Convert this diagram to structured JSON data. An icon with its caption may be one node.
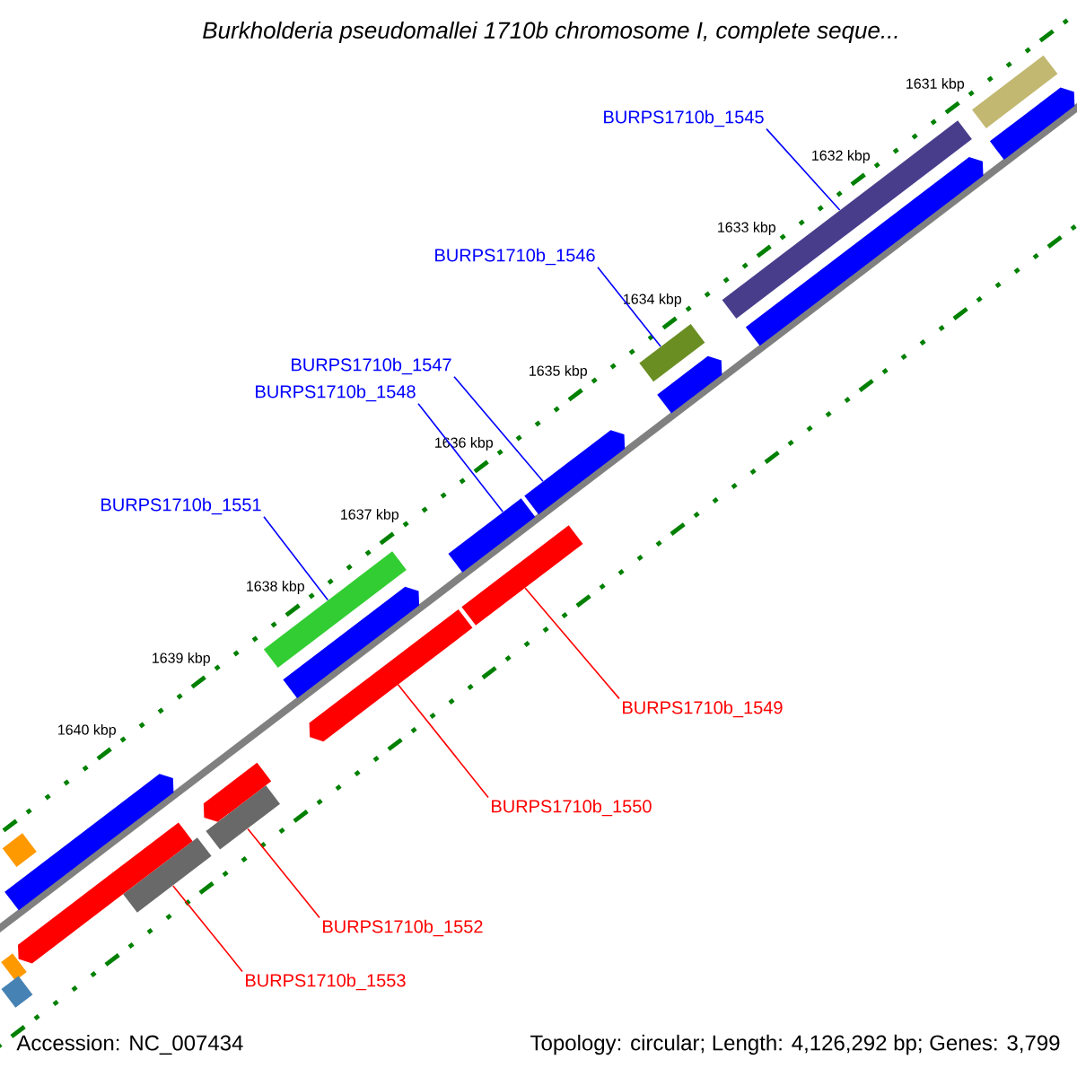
{
  "diagram": {
    "title": "Burkholderia pseudomallei 1710b chromosome I, complete seque...",
    "nodes": [
      {
        "text": [
          "BURPS1710b_1545"
        ]
      },
      {
        "text": [
          "BURPS1710b_1546"
        ]
      },
      {
        "text": [
          "BURPS1710b_1547"
        ]
      },
      {
        "text": [
          "BURPS1710b_1548"
        ]
      },
      {
        "text": [
          "BURPS1710b_1551"
        ]
      },
      {
        "text": [
          "BURPS1710b_1549"
        ]
      },
      {
        "text": [
          "BURPS1710b_1550"
        ]
      },
      {
        "text": [
          "BURPS1710b_1552"
        ]
      },
      {
        "text": [
          "BURPS1710b_1553"
        ]
      },
      {
        "text": [],
        "shape": "bar"
      },
      {
        "text": [],
        "shape": "bar"
      },
      {
        "text": [],
        "shape": "bar"
      },
      {
        "text": [],
        "shape": "bar"
      },
      {
        "text": [],
        "shape": "bar"
      },
      {
        "text": [],
        "shape": "bar"
      },
      {
        "text": [],
        "shape": "bar"
      },
      {
        "text": [],
        "shape": "bar"
      },
      {
        "text": [],
        "shape": "bar"
      },
      {
        "text": [],
        "shape": "bar"
      },
      {
        "text": [],
        "shape": "bar"
      },
      {
        "text": [],
        "shape": "bar"
      },
      {
        "text": [],
        "shape": "bar"
      },
      {
        "text": [],
        "shape": "bar"
      },
      {
        "text": [],
        "shape": "bar"
      },
      {
        "text": [],
        "shape": "bar"
      },
      {
        "text": [],
        "shape": "bar"
      },
      {
        "text": [],
        "shape": "bar"
      },
      {
        "text": [],
        "shape": "bar"
      },
      {
        "text": [],
        "shape": "bar"
      }
    ],
    "edges": [
      {
        "from": 0,
        "to": 9,
        "arrow": "none"
      },
      {
        "from": 1,
        "to": 10,
        "arrow": "none"
      },
      {
        "from": 2,
        "to": 11,
        "arrow": "none"
      },
      {
        "from": 3,
        "to": 12,
        "arrow": "none"
      },
      {
        "from": 4,
        "to": 13,
        "arrow": "none"
      },
      {
        "from": 5,
        "to": 14,
        "arrow": "none",
        "color": "#ff0000"
      },
      {
        "from": 6,
        "to": 15,
        "arrow": "none",
        "color": "#ff0000"
      },
      {
        "from": 7,
        "to": 16,
        "arrow": "none",
        "color": "#ff0000"
      },
      {
        "from": 8,
        "to": 17,
        "arrow": "none",
        "color": "#ff0000"
      }
    ],
    "labels": [
      "1631 kbp",
      "1632 kbp",
      "1633 kbp",
      "1634 kbp",
      "1635 kbp",
      "1636 kbp",
      "1637 kbp",
      "1638 kbp",
      "1639 kbp",
      "1640 kbp",
      "Accession: NC_007434",
      "Topology: circular; Length: 4,126,292 bp; Genes: 3,799"
    ]
  }
}
